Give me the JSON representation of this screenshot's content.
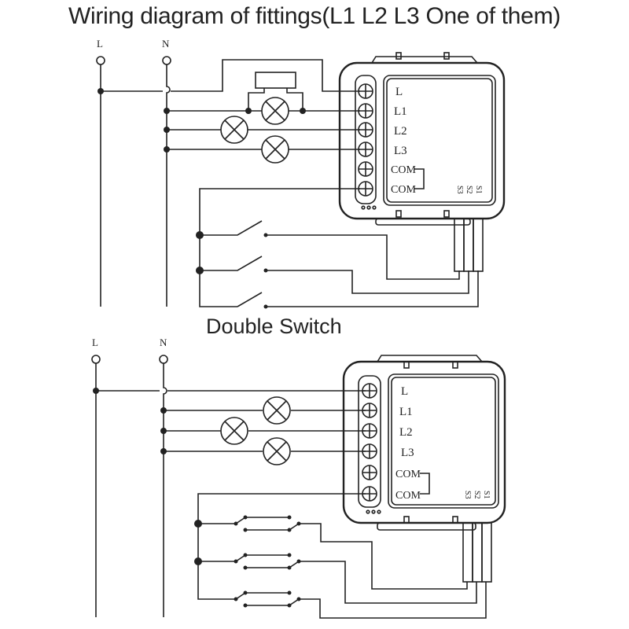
{
  "title": "Wiring diagram of fittings(L1 L2 L3 One of them)",
  "diagrams": [
    {
      "id": "single-switch",
      "subtitle": "",
      "supply_labels": {
        "live": "L",
        "neutral": "N"
      },
      "terminals": [
        "L",
        "L1",
        "L2",
        "L3",
        "COM",
        "COM"
      ],
      "switch_inputs": [
        "S3",
        "S2",
        "S1"
      ],
      "lamp_count": 3,
      "switch_type": "single-pole",
      "switch_count": 3,
      "has_capacitor_bypass": true
    },
    {
      "id": "double-switch",
      "subtitle": "Double Switch",
      "supply_labels": {
        "live": "L",
        "neutral": "N"
      },
      "terminals": [
        "L",
        "L1",
        "L2",
        "L3",
        "COM",
        "COM"
      ],
      "switch_inputs": [
        "S3",
        "S2",
        "S1"
      ],
      "lamp_count": 3,
      "switch_type": "two-way",
      "switch_count": 3,
      "has_capacitor_bypass": false
    }
  ]
}
